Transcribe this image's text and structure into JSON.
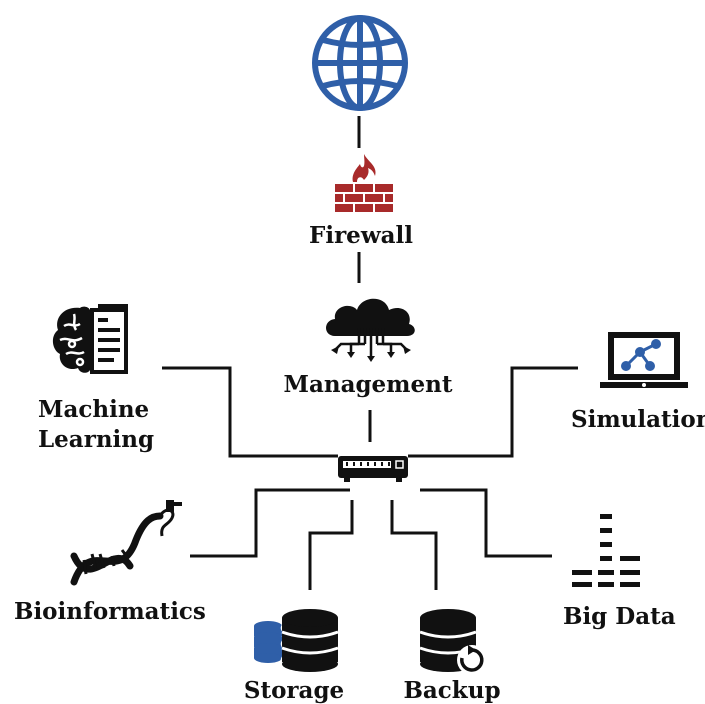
{
  "nodes": {
    "firewall": "Firewall",
    "management": "Management",
    "machine_learning": [
      "Machine",
      "Learning"
    ],
    "simulation": "Simulation",
    "bioinformatics": "Bioinformatics",
    "storage": "Storage",
    "backup": "Backup",
    "big_data": "Big Data"
  },
  "colors": {
    "internet": "#2f5fa8",
    "firewall": "#a82a2a",
    "storage_accent": "#2f5fa8",
    "simulation_graph": "#2f5fa8",
    "line": "#111111"
  },
  "icons": {
    "internet": "globe-icon",
    "firewall": "firewall-icon",
    "management": "cloud-network-icon",
    "switch": "network-switch-icon",
    "machine_learning": "brain-document-icon",
    "simulation": "laptop-graph-icon",
    "bioinformatics": "dna-helix-icon",
    "storage": "database-icon",
    "backup": "database-backup-icon",
    "big_data": "data-bars-icon"
  }
}
